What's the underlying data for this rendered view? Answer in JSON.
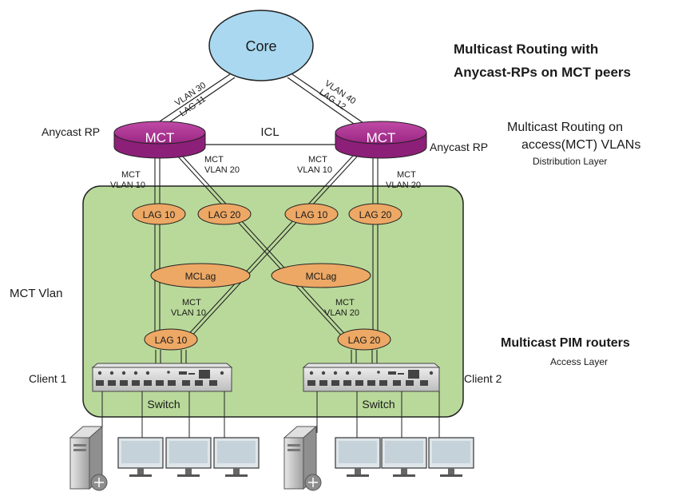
{
  "core": {
    "label": "Core"
  },
  "title_right": {
    "line1": "Multicast Routing with",
    "line2": "Anycast-RPs on MCT peers"
  },
  "distribution": {
    "line1": "Multicast Routing on",
    "line2": "access(MCT) VLANs",
    "line3": "Distribution Layer"
  },
  "access": {
    "line1": "Multicast PIM routers",
    "line2": "Access Layer"
  },
  "routers": {
    "left_label": "MCT",
    "right_label": "MCT",
    "left_role": "Anycast RP",
    "right_role": "Anycast RP",
    "icl": "ICL"
  },
  "uplinks": {
    "left_vlan": "VLAN 30",
    "left_lag": "LAG 11",
    "right_vlan": "VLAN 40",
    "right_lag": "LAG 12"
  },
  "downlink_labels": {
    "mct": "MCT",
    "vlan10": "VLAN 10",
    "vlan20": "VLAN 20"
  },
  "lags": {
    "lag10": "LAG 10",
    "lag20": "LAG 20",
    "mclag": "MCLag"
  },
  "mct_vlan": "MCT Vlan",
  "clients": {
    "client1": "Client 1",
    "client2": "Client 2",
    "switch": "Switch"
  },
  "colors": {
    "core_fill": "#a9d8f0",
    "router_fill": "#a3298c",
    "mct_zone": "#b9d99a",
    "lag_fill": "#eda865"
  }
}
